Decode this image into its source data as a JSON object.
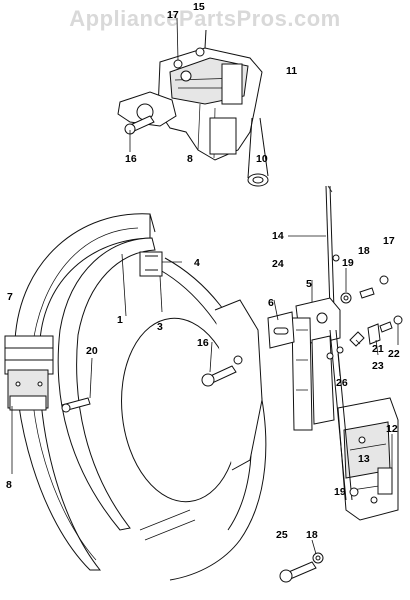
{
  "watermark": "AppliancePartsPros.com",
  "callouts": {
    "c1": "1",
    "c3": "3",
    "c4": "4",
    "c5": "5",
    "c6": "6",
    "c7": "7",
    "c8a": "8",
    "c8b": "8",
    "c10": "10",
    "c11": "11",
    "c12": "12",
    "c13": "13",
    "c14": "14",
    "c15": "15",
    "c16a": "16",
    "c16b": "16",
    "c17a": "17",
    "c17b": "17",
    "c18a": "18",
    "c18b": "18",
    "c19a": "19",
    "c19b": "19",
    "c20": "20",
    "c21": "21",
    "c22": "22",
    "c23": "23",
    "c24": "24",
    "c25": "25",
    "c26": "26"
  }
}
